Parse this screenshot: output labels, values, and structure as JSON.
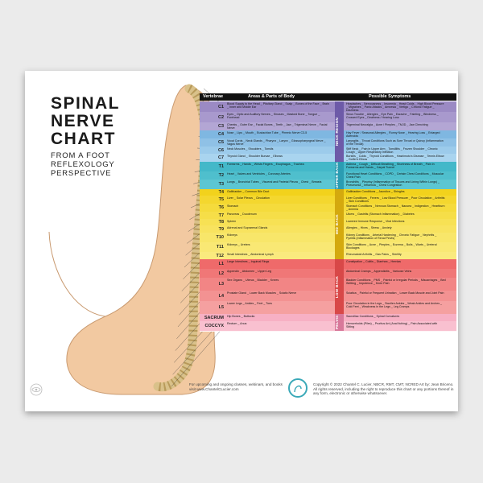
{
  "poster": {
    "title_lines": [
      "SPINAL",
      "NERVE",
      "CHART"
    ],
    "subtitle_lines": [
      "FROM A FOOT",
      "REFLEXOLOGY",
      "PERSPECTIVE"
    ],
    "footer_left": "For upcoming and ongoing classes, webinars, and books visit www.ChantelCLucier.com",
    "footer_right": "Copyright © 2022 Chantel C. Lucier, NBCR, RMT, CMT, NCRED Art by: Jean Briceno. All rights reserved, including the right to reproduce this chart or any portions thereof in any form, electronic or otherwise whatsoever."
  },
  "table": {
    "headers": {
      "vertebrae": "Vertebrae",
      "areas": "Areas & Parts of Body",
      "symptoms": "Possible Symptoms"
    },
    "rows": [
      {
        "v": "C1",
        "color": "#9b8ac4",
        "areas": "Blood Supply to the Head _ Pituitary Gland _ Scalp _ Bones of the Face _ Brain _ Inner and Middle Ear",
        "sym": "Headaches _ Nervousness _ Insomnia _ Head Colds _ High Blood Pressure _ Migraines _ Panic Attacks _ Amnesia _ Vertigo _ Chronic Fatigue _ Dizziness"
      },
      {
        "v": "C2",
        "color": "#a899cd",
        "areas": "Eyes _ Optic and Auditory Nerves _ Sinuses _ Mastoid Bone _ Tongue _ Forehead",
        "sym": "Sinus Trouble _ Allergies _ Eye Pain _ Earache _ Fainting _ Blindness _ Crossed Eyes _ Deafness / Hearing Loss"
      },
      {
        "v": "C3",
        "color": "#b3a6d4",
        "areas": "Cheeks _ Outer Ear _ Facial Bones _ Teeth _ Jaw _ Trigeminal Nerve _ Facial Nerve",
        "sym": "Trigeminal Neuralgia _ Acne / Pimples _ TMJD _ Jaw Clenching"
      },
      {
        "v": "C4",
        "color": "#7fb7e1",
        "areas": "Nose _ Lips _ Mouth _ Eustachian Tube _ Phrenic Nerve C3-5",
        "sym": "Hay Fever / Seasonal Allergies _ Runny Nose _ Hearing Loss _ Enlarged Adenoids"
      },
      {
        "v": "C5",
        "color": "#8fc1e6",
        "areas": "Vocal Cords _ Neck Glands _ Pharynx _ Larynx _ Glossopharyngeal Nerve _ Vagus Nerve",
        "sym": "Laryngitis _ Throat Conditions Such as Sore Throat or Quincy (Inflammation of the Throat)"
      },
      {
        "v": "C6",
        "color": "#9ccbeb",
        "areas": "Neck Muscles _ Shoulders _ Tonsils",
        "sym": "Stiff Neck _ Pain in Upper Arm _ Tonsillitis _ Frozen Shoulder _ Chronic Cough _ Upper Respiratory Infection"
      },
      {
        "v": "C7",
        "color": "#a9d4ef",
        "areas": "Thyroid Gland _ Shoulder Bursae _ Elbows",
        "sym": "Bursitis _ Colds _ Thyroid Conditions _ Hashimoto's Disease _ Tennis Elbow _ Golfer's Elbow"
      },
      {
        "v": "T1",
        "color": "#43b8c9",
        "areas": "Forearms _ Hands _ Wrists Fingers _ Esophagus _ Trachea",
        "sym": "Asthma _ Cough _ Difficult Breathing _ Shortness of Breath _ Pain in Forearms and Hands _ Carpal Tunnel"
      },
      {
        "v": "T2",
        "color": "#4fbfcd",
        "areas": "Heart _ Valves and Ventricles _ Coronary Arteries",
        "sym": "Functional Heart Conditions _ COPD _ Certain Chest Conditions _ Muscular Chest Pain"
      },
      {
        "v": "T3",
        "color": "#5cc6d2",
        "areas": "Lungs _ Bronchial Tubes _ Visceral and Parietal Pleura _ Chest _ Breasts",
        "sym": "Bronchitis _ Pleurisy (Inflammation of Tissues and Lining Within Lungs) _ Pneumonia _ Influenza _ Chest Congestion"
      },
      {
        "v": "T4",
        "color": "#f2d21c",
        "areas": "Gallbladder _ Common Bile Duct",
        "sym": "Gallbladder Conditions _ Jaundice _ Shingles"
      },
      {
        "v": "T5",
        "color": "#f4d72e",
        "areas": "Liver _ Solar Plexus _ Circulation",
        "sym": "Liver Conditions _ Fevers _ Low Blood Pressure _ Poor Circulation _ Arthritis _ Skin Conditions"
      },
      {
        "v": "T6",
        "color": "#f5db3c",
        "areas": "Stomach",
        "sym": "Stomach Conditions _ Nervous Stomach _ Nausea _ Indigestion _ Heartburn _ Anemia"
      },
      {
        "v": "T7",
        "color": "#f6de48",
        "areas": "Pancreas _ Duodenum",
        "sym": "Ulcers _ Gastritis (Stomach Inflammation) _ Diabetes"
      },
      {
        "v": "T8",
        "color": "#f7e154",
        "areas": "Spleen",
        "sym": "Lowered Immune Response _ Viral Infections"
      },
      {
        "v": "T9",
        "color": "#f8e35f",
        "areas": "Adrenal and Suprarenal Glands",
        "sym": "Allergies _ Hives _ Stress _ Anxiety"
      },
      {
        "v": "T10",
        "color": "#f8e66a",
        "areas": "Kidneys",
        "sym": "Kidney Conditions _ Arterial Hardening _ Chronic Fatigue _ Nephritis _ Pyelitis (Inflammation of Renal Pelvis)"
      },
      {
        "v": "T11",
        "color": "#f9e874",
        "areas": "Kidneys _ Ureters",
        "sym": "Skin Conditions _ Acne _ Pimples _ Eczema _ Boils _ Warts _ Ureteral Blockages"
      },
      {
        "v": "T12",
        "color": "#faea7e",
        "areas": "Small Intestines _ Abdominal Lymph",
        "sym": "Rheumatoid Arthritis _ Gas Pains _ Sterility"
      },
      {
        "v": "L1",
        "color": "#ef6a6a",
        "areas": "Large Intestines _ Inguinal Rings",
        "sym": "Constipation _ Colitis _ Diarrhea _ Hernias"
      },
      {
        "v": "L2",
        "color": "#f07777",
        "areas": "Appendix _ Abdomen _ Upper Leg",
        "sym": "Abdominal Cramps _ Appendicitis _ Varicose Veins"
      },
      {
        "v": "L3",
        "color": "#f28585",
        "areas": "Sex Organs _ Uterus _ Bladder _ Knees",
        "sym": "Bladder Conditions _ PMS _ Painful or Irregular Periods _ Miscarriages _ Bed Wetting _ Impotence _ Knee Pain"
      },
      {
        "v": "L4",
        "color": "#f39292",
        "areas": "Prostate Gland _ Lower Back Muscles _ Sciatic Nerve",
        "sym": "Sciatica _ Painful or Frequent Urination _ Lower Back Muscle and Joint Pain"
      },
      {
        "v": "L5",
        "color": "#f5a0a0",
        "areas": "Lower Legs _ Ankles _ Feet _ Toes",
        "sym": "Poor Circulation in the Legs _ Swollen Ankles _ Weak Ankles and Arches _ Cold Feet _ Weakness in the Legs _ Leg Cramps"
      },
      {
        "v": "SACRUM",
        "color": "#f7b0c4",
        "areas": "Hip Bones _ Buttocks",
        "sym": "Sacroiliac Conditions _ Spinal Curvatures"
      },
      {
        "v": "COCCYX",
        "color": "#f9c0d0",
        "areas": "Rectum _ Anus",
        "sym": "Hemorrhoids (Piles) _ Pruritus Ani (Anal Itching) _ Pain Associated with Sitting"
      }
    ],
    "regions": [
      {
        "label": "NECK REGION",
        "color": "#6d5aa8"
      },
      {
        "label": "UPPER BACK",
        "color": "#2a9cb2"
      },
      {
        "label": "MID BACK",
        "color": "#d4a90e"
      },
      {
        "label": "LOW BACK",
        "color": "#d84848"
      },
      {
        "label": "PELVIS",
        "color": "#d8789a"
      }
    ]
  },
  "icons": [
    "foot-spine-illustration",
    "eye-logo-icon",
    "brand-logo-icon"
  ]
}
